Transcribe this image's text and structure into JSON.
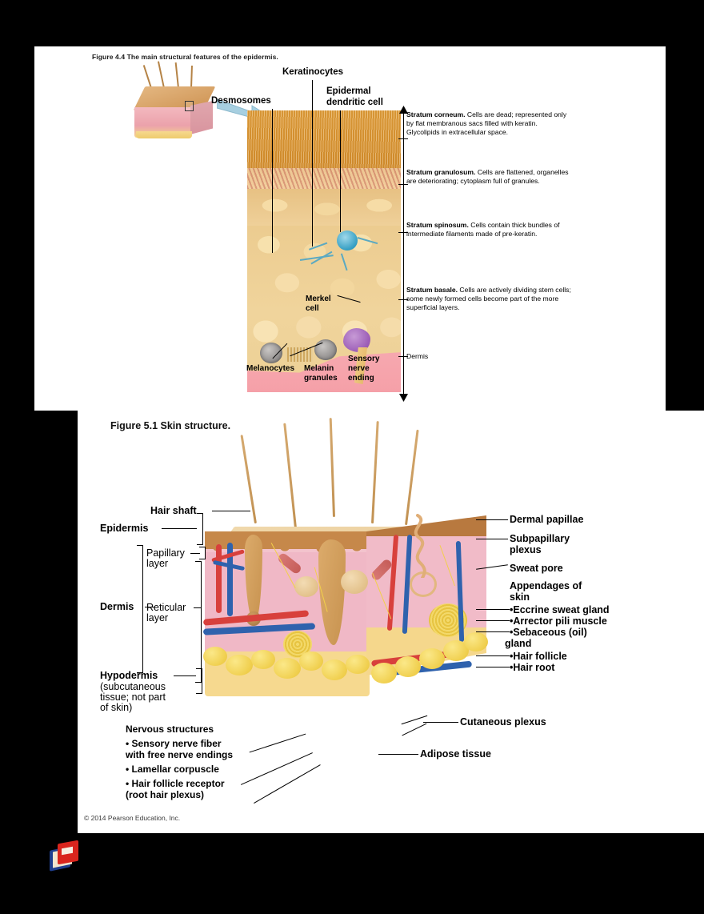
{
  "page": {
    "background_color": "#000000",
    "slide_background": "#ffffff",
    "copyright": "© 2014 Pearson Education, Inc."
  },
  "figure_44": {
    "caption": "Figure 4.4 The main structural features of the epidermis.",
    "top_labels": [
      {
        "id": "keratinocytes",
        "text": "Keratinocytes"
      },
      {
        "id": "desmosomes",
        "text": "Desmosomes"
      },
      {
        "id": "epidermal-dendritic-cell",
        "line1": "Epidermal",
        "line2": "dendritic cell"
      }
    ],
    "layer_descriptions": [
      {
        "id": "stratum-corneum",
        "name": "Stratum corneum.",
        "body": " Cells are dead; represented only by flat membranous sacs filled with keratin. Glycolipids in extracellular space."
      },
      {
        "id": "stratum-granulosum",
        "name": "Stratum granulosum.",
        "body": " Cells are flattened, organelles are deteriorating; cytoplasm full of granules."
      },
      {
        "id": "stratum-spinosum",
        "name": "Stratum spinosum.",
        "body": " Cells contain thick bundles of intermediate filaments made of pre-keratin."
      },
      {
        "id": "stratum-basale",
        "name": "Stratum basale.",
        "body": " Cells are actively dividing stem cells; some newly formed cells become part of the more superficial layers."
      }
    ],
    "dermis_label": "Dermis",
    "inner_labels": [
      {
        "id": "merkel-cell",
        "line1": "Merkel",
        "line2": "cell"
      },
      {
        "id": "melanocytes",
        "text": "Melanocytes"
      },
      {
        "id": "melanin-granules",
        "line1": "Melanin",
        "line2": "granules"
      },
      {
        "id": "sensory-nerve-ending",
        "line1": "Sensory",
        "line2": "nerve",
        "line3": "ending"
      }
    ]
  },
  "figure_51": {
    "caption": "Figure 5.1   Skin structure.",
    "left_labels": [
      {
        "id": "hair-shaft",
        "text": "Hair shaft"
      },
      {
        "id": "epidermis",
        "text": "Epidermis"
      },
      {
        "id": "papillary-layer",
        "line1": "Papillary",
        "line2": "layer"
      },
      {
        "id": "dermis",
        "text": "Dermis"
      },
      {
        "id": "reticular-layer",
        "line1": "Reticular",
        "line2": "layer"
      },
      {
        "id": "hypodermis",
        "text": "Hypodermis"
      }
    ],
    "hypodermis_note": {
      "line1": "(subcutaneous",
      "line2": "tissue; not part",
      "line3": "of skin)"
    },
    "nervous_structures": {
      "heading": "Nervous structures",
      "items": [
        {
          "line1": "• Sensory nerve fiber",
          "line2": "  with free nerve endings"
        },
        {
          "line1": "• Lamellar corpuscle"
        },
        {
          "line1": "• Hair follicle receptor",
          "line2": "  (root hair plexus)"
        }
      ]
    },
    "right_labels": [
      {
        "id": "dermal-papillae",
        "text": "Dermal papillae"
      },
      {
        "id": "subpapillary-plexus",
        "line1": "Subpapillary",
        "line2": "plexus"
      },
      {
        "id": "sweat-pore",
        "text": "Sweat pore"
      }
    ],
    "appendages": {
      "heading_line1": "Appendages of",
      "heading_line2": "skin",
      "items": [
        {
          "id": "eccrine-sweat-gland",
          "text": "•Eccrine sweat gland"
        },
        {
          "id": "arrector-pili-muscle",
          "text": "•Arrector pili muscle"
        },
        {
          "id": "sebaceous-gland",
          "line1": "•Sebaceous (oil)",
          "line2": "gland"
        },
        {
          "id": "hair-follicle",
          "text": "•Hair follicle"
        },
        {
          "id": "hair-root",
          "text": "•Hair root"
        }
      ]
    },
    "bottom_right_labels": [
      {
        "id": "cutaneous-plexus",
        "text": "Cutaneous plexus"
      },
      {
        "id": "adipose-tissue",
        "text": "Adipose tissue"
      }
    ]
  },
  "icons": {
    "book": "book-icon"
  }
}
